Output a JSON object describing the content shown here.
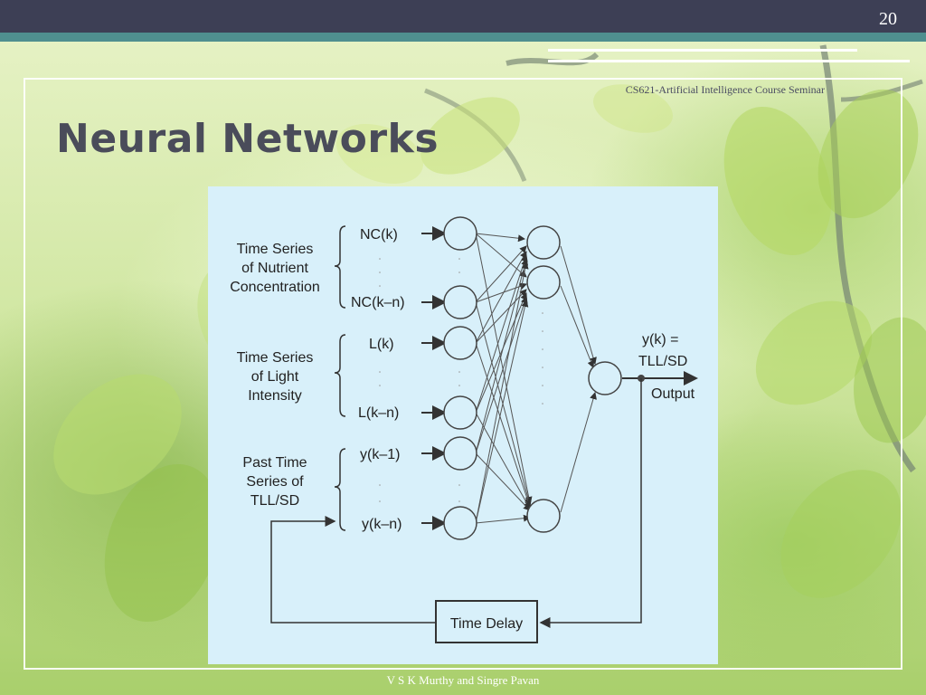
{
  "slide": {
    "number": "20",
    "course": "CS621-Artificial Intelligence Course Seminar",
    "title": "Neural Networks",
    "footer": "V S K Murthy and Singre Pavan"
  },
  "diagram": {
    "groups": [
      {
        "label_lines": [
          "Time Series",
          "of Nutrient",
          "Concentration"
        ]
      },
      {
        "label_lines": [
          "Time Series",
          "of Light",
          "Intensity"
        ]
      },
      {
        "label_lines": [
          "Past Time",
          "Series of",
          "TLL/SD"
        ]
      }
    ],
    "inputs": [
      "NC(k)",
      "NC(k–n)",
      "L(k)",
      "L(k–n)",
      "y(k–1)",
      "y(k–n)"
    ],
    "output_label_lines": [
      "y(k) =",
      "TLL/SD"
    ],
    "output_text": "Output",
    "delay_label": "Time Delay"
  },
  "colors": {
    "topbar": "#3d3f55",
    "accent_teal": "#4f8f8f",
    "title_text": "#4a4c5a",
    "diagram_bg": "#d8f0fa"
  }
}
